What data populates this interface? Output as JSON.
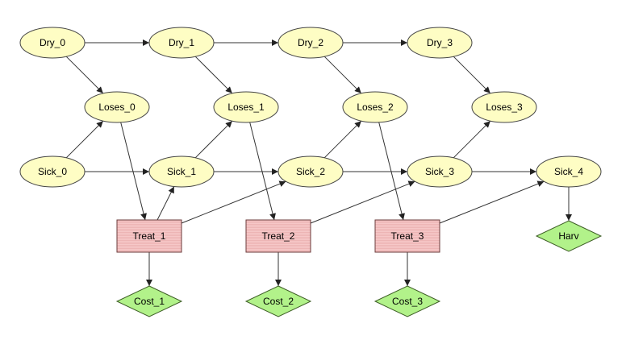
{
  "diagram": {
    "type": "influence-diagram",
    "colors": {
      "chance_fill": "#fefdc4",
      "decision_fill": "#f6c8c8",
      "utility_fill": "#b2f28a",
      "edge": "#333333"
    },
    "nodes": [
      {
        "id": "Dry_0",
        "label": "Dry_0",
        "kind": "chance"
      },
      {
        "id": "Dry_1",
        "label": "Dry_1",
        "kind": "chance"
      },
      {
        "id": "Dry_2",
        "label": "Dry_2",
        "kind": "chance"
      },
      {
        "id": "Dry_3",
        "label": "Dry_3",
        "kind": "chance"
      },
      {
        "id": "Loses_0",
        "label": "Loses_0",
        "kind": "chance"
      },
      {
        "id": "Loses_1",
        "label": "Loses_1",
        "kind": "chance"
      },
      {
        "id": "Loses_2",
        "label": "Loses_2",
        "kind": "chance"
      },
      {
        "id": "Loses_3",
        "label": "Loses_3",
        "kind": "chance"
      },
      {
        "id": "Sick_0",
        "label": "Sick_0",
        "kind": "chance"
      },
      {
        "id": "Sick_1",
        "label": "Sick_1",
        "kind": "chance"
      },
      {
        "id": "Sick_2",
        "label": "Sick_2",
        "kind": "chance"
      },
      {
        "id": "Sick_3",
        "label": "Sick_3",
        "kind": "chance"
      },
      {
        "id": "Sick_4",
        "label": "Sick_4",
        "kind": "chance"
      },
      {
        "id": "Treat_1",
        "label": "Treat_1",
        "kind": "decision"
      },
      {
        "id": "Treat_2",
        "label": "Treat_2",
        "kind": "decision"
      },
      {
        "id": "Treat_3",
        "label": "Treat_3",
        "kind": "decision"
      },
      {
        "id": "Cost_1",
        "label": "Cost_1",
        "kind": "utility"
      },
      {
        "id": "Cost_2",
        "label": "Cost_2",
        "kind": "utility"
      },
      {
        "id": "Cost_3",
        "label": "Cost_3",
        "kind": "utility"
      },
      {
        "id": "Harv",
        "label": "Harv",
        "kind": "utility"
      }
    ],
    "edges": [
      [
        "Dry_0",
        "Dry_1"
      ],
      [
        "Dry_1",
        "Dry_2"
      ],
      [
        "Dry_2",
        "Dry_3"
      ],
      [
        "Dry_0",
        "Loses_0"
      ],
      [
        "Dry_1",
        "Loses_1"
      ],
      [
        "Dry_2",
        "Loses_2"
      ],
      [
        "Dry_3",
        "Loses_3"
      ],
      [
        "Sick_0",
        "Loses_0"
      ],
      [
        "Sick_1",
        "Loses_1"
      ],
      [
        "Sick_2",
        "Loses_2"
      ],
      [
        "Sick_3",
        "Loses_3"
      ],
      [
        "Sick_0",
        "Sick_1"
      ],
      [
        "Sick_1",
        "Sick_2"
      ],
      [
        "Sick_2",
        "Sick_3"
      ],
      [
        "Sick_3",
        "Sick_4"
      ],
      [
        "Loses_0",
        "Treat_1"
      ],
      [
        "Loses_1",
        "Treat_2"
      ],
      [
        "Loses_2",
        "Treat_3"
      ],
      [
        "Treat_1",
        "Sick_1"
      ],
      [
        "Treat_1",
        "Sick_2"
      ],
      [
        "Treat_2",
        "Sick_3"
      ],
      [
        "Treat_3",
        "Sick_4"
      ],
      [
        "Treat_1",
        "Cost_1"
      ],
      [
        "Treat_2",
        "Cost_2"
      ],
      [
        "Treat_3",
        "Cost_3"
      ],
      [
        "Sick_4",
        "Harv"
      ]
    ]
  }
}
